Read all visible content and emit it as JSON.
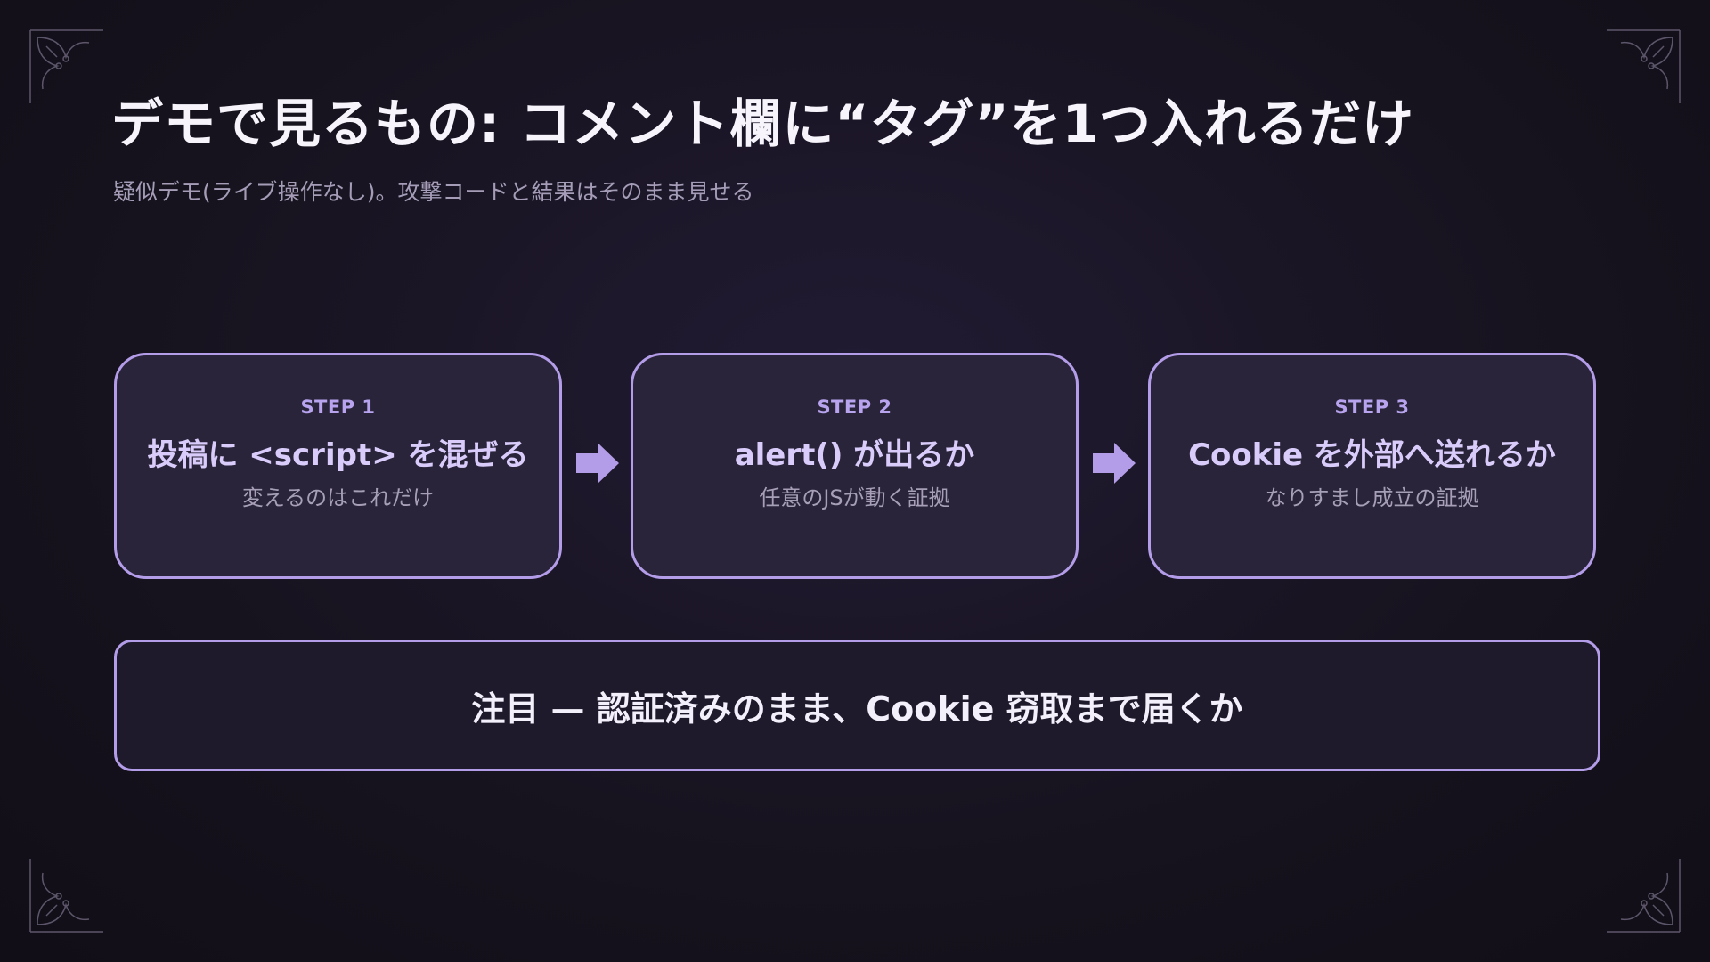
{
  "slide": {
    "title": "デモで見るもの: コメント欄に“タグ”を1つ入れるだけ",
    "subtitle": "疑似デモ(ライブ操作なし)。攻撃コードと結果はそのまま見せる"
  },
  "steps": [
    {
      "label": "STEP 1",
      "title": "投稿に <script> を混ぜる",
      "description": "変えるのはこれだけ"
    },
    {
      "label": "STEP 2",
      "title": "alert() が出るか",
      "description": "任意のJSが動く証拠"
    },
    {
      "label": "STEP 3",
      "title": "Cookie を外部へ送れるか",
      "description": "なりすまし成立の証拠"
    }
  ],
  "note": {
    "text": "注目 — 認証済みのまま、Cookie 窃取まで届くか"
  },
  "colors": {
    "accent": "#b39ce8",
    "card_background": "#292439",
    "background": "#17131f"
  },
  "icons": {
    "arrow": "arrow-right-icon",
    "corner": "corner-ornament-icon"
  }
}
